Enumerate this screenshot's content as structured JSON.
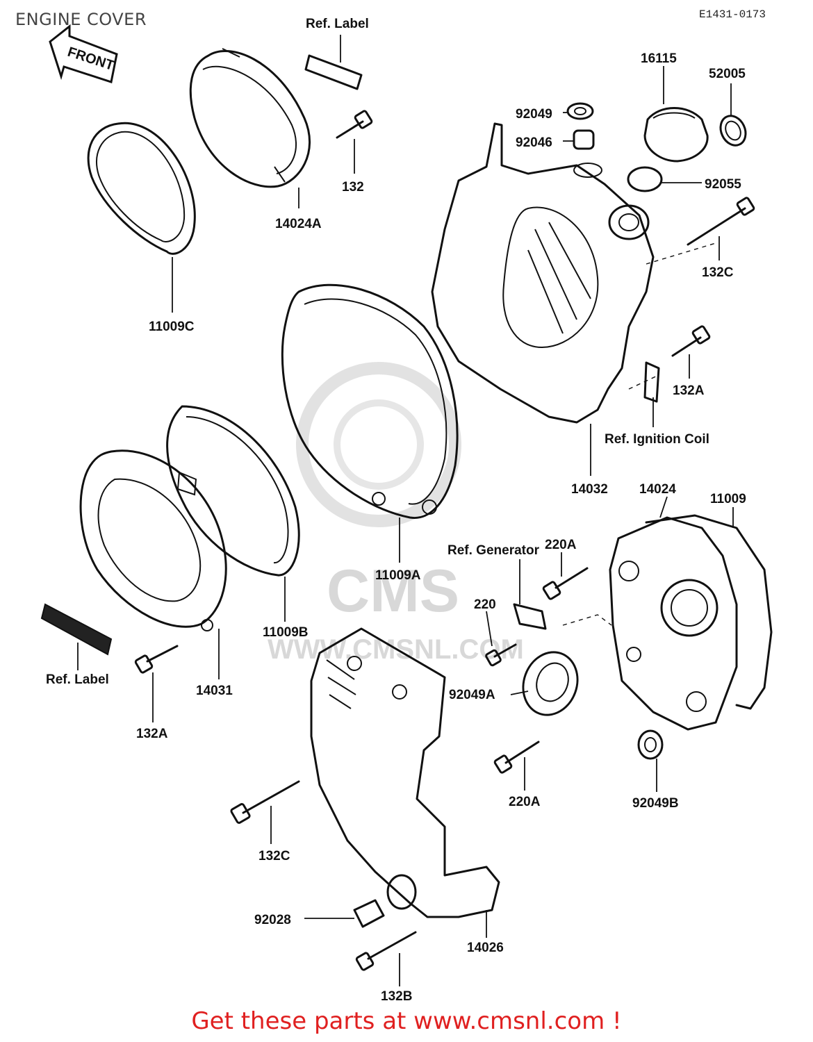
{
  "header": {
    "title": "ENGINE COVER",
    "diagram_code": "E1431-0173"
  },
  "footer": {
    "cta": "Get these parts at www.cmsnl.com !"
  },
  "watermark": {
    "brand": "CMS",
    "url": "WWW.CMSNL.COM"
  },
  "front_arrow": {
    "text": "FRONT"
  },
  "labels": {
    "ref_label_top": "Ref. Label",
    "p132_top": "132",
    "p14024A": "14024A",
    "p11009C": "11009C",
    "p16115": "16115",
    "p52005": "52005",
    "p92049": "92049",
    "p92046": "92046",
    "p92055": "92055",
    "p132C_right": "132C",
    "p132A_right": "132A",
    "ref_ignition": "Ref. Ignition Coil",
    "p14032": "14032",
    "p14024": "14024",
    "p11009": "11009",
    "p220A_top": "220A",
    "ref_generator": "Ref. Generator",
    "p220": "220",
    "p92049A": "92049A",
    "p11009A": "11009A",
    "p11009B": "11009B",
    "ref_label_left": "Ref.  Label",
    "p14031": "14031",
    "p132A_left": "132A",
    "p220A_bottom": "220A",
    "p92049B": "92049B",
    "p132C_bottom": "132C",
    "p92028": "92028",
    "p14026": "14026",
    "p132B": "132B"
  }
}
